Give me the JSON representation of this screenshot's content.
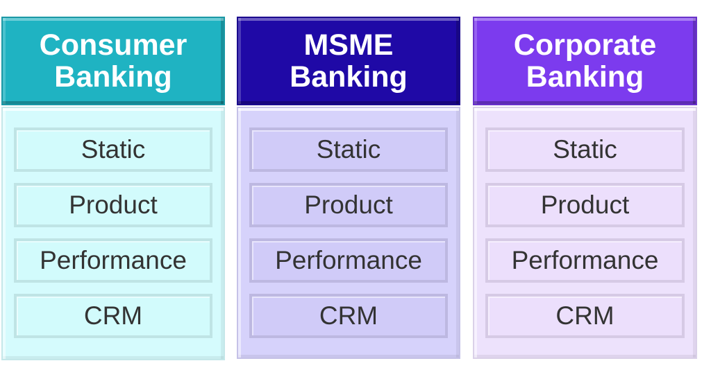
{
  "columns": [
    {
      "title_line1": "Consumer",
      "title_line2": "Banking",
      "header_color": "#1fb3c2",
      "body_color": "#d5fbfd",
      "item_color": "#d2fbfc",
      "items": [
        "Static",
        "Product",
        "Performance",
        "CRM"
      ]
    },
    {
      "title_line1": "MSME",
      "title_line2": "Banking",
      "header_color": "#1f09a6",
      "body_color": "#d6d2fb",
      "item_color": "#d0cbf8",
      "items": [
        "Static",
        "Product",
        "Performance",
        "CRM"
      ]
    },
    {
      "title_line1": "Corporate",
      "title_line2": "Banking",
      "header_color": "#7c3bee",
      "body_color": "#ede2fc",
      "item_color": "#ecdffc",
      "items": [
        "Static",
        "Product",
        "Performance",
        "CRM"
      ]
    }
  ]
}
